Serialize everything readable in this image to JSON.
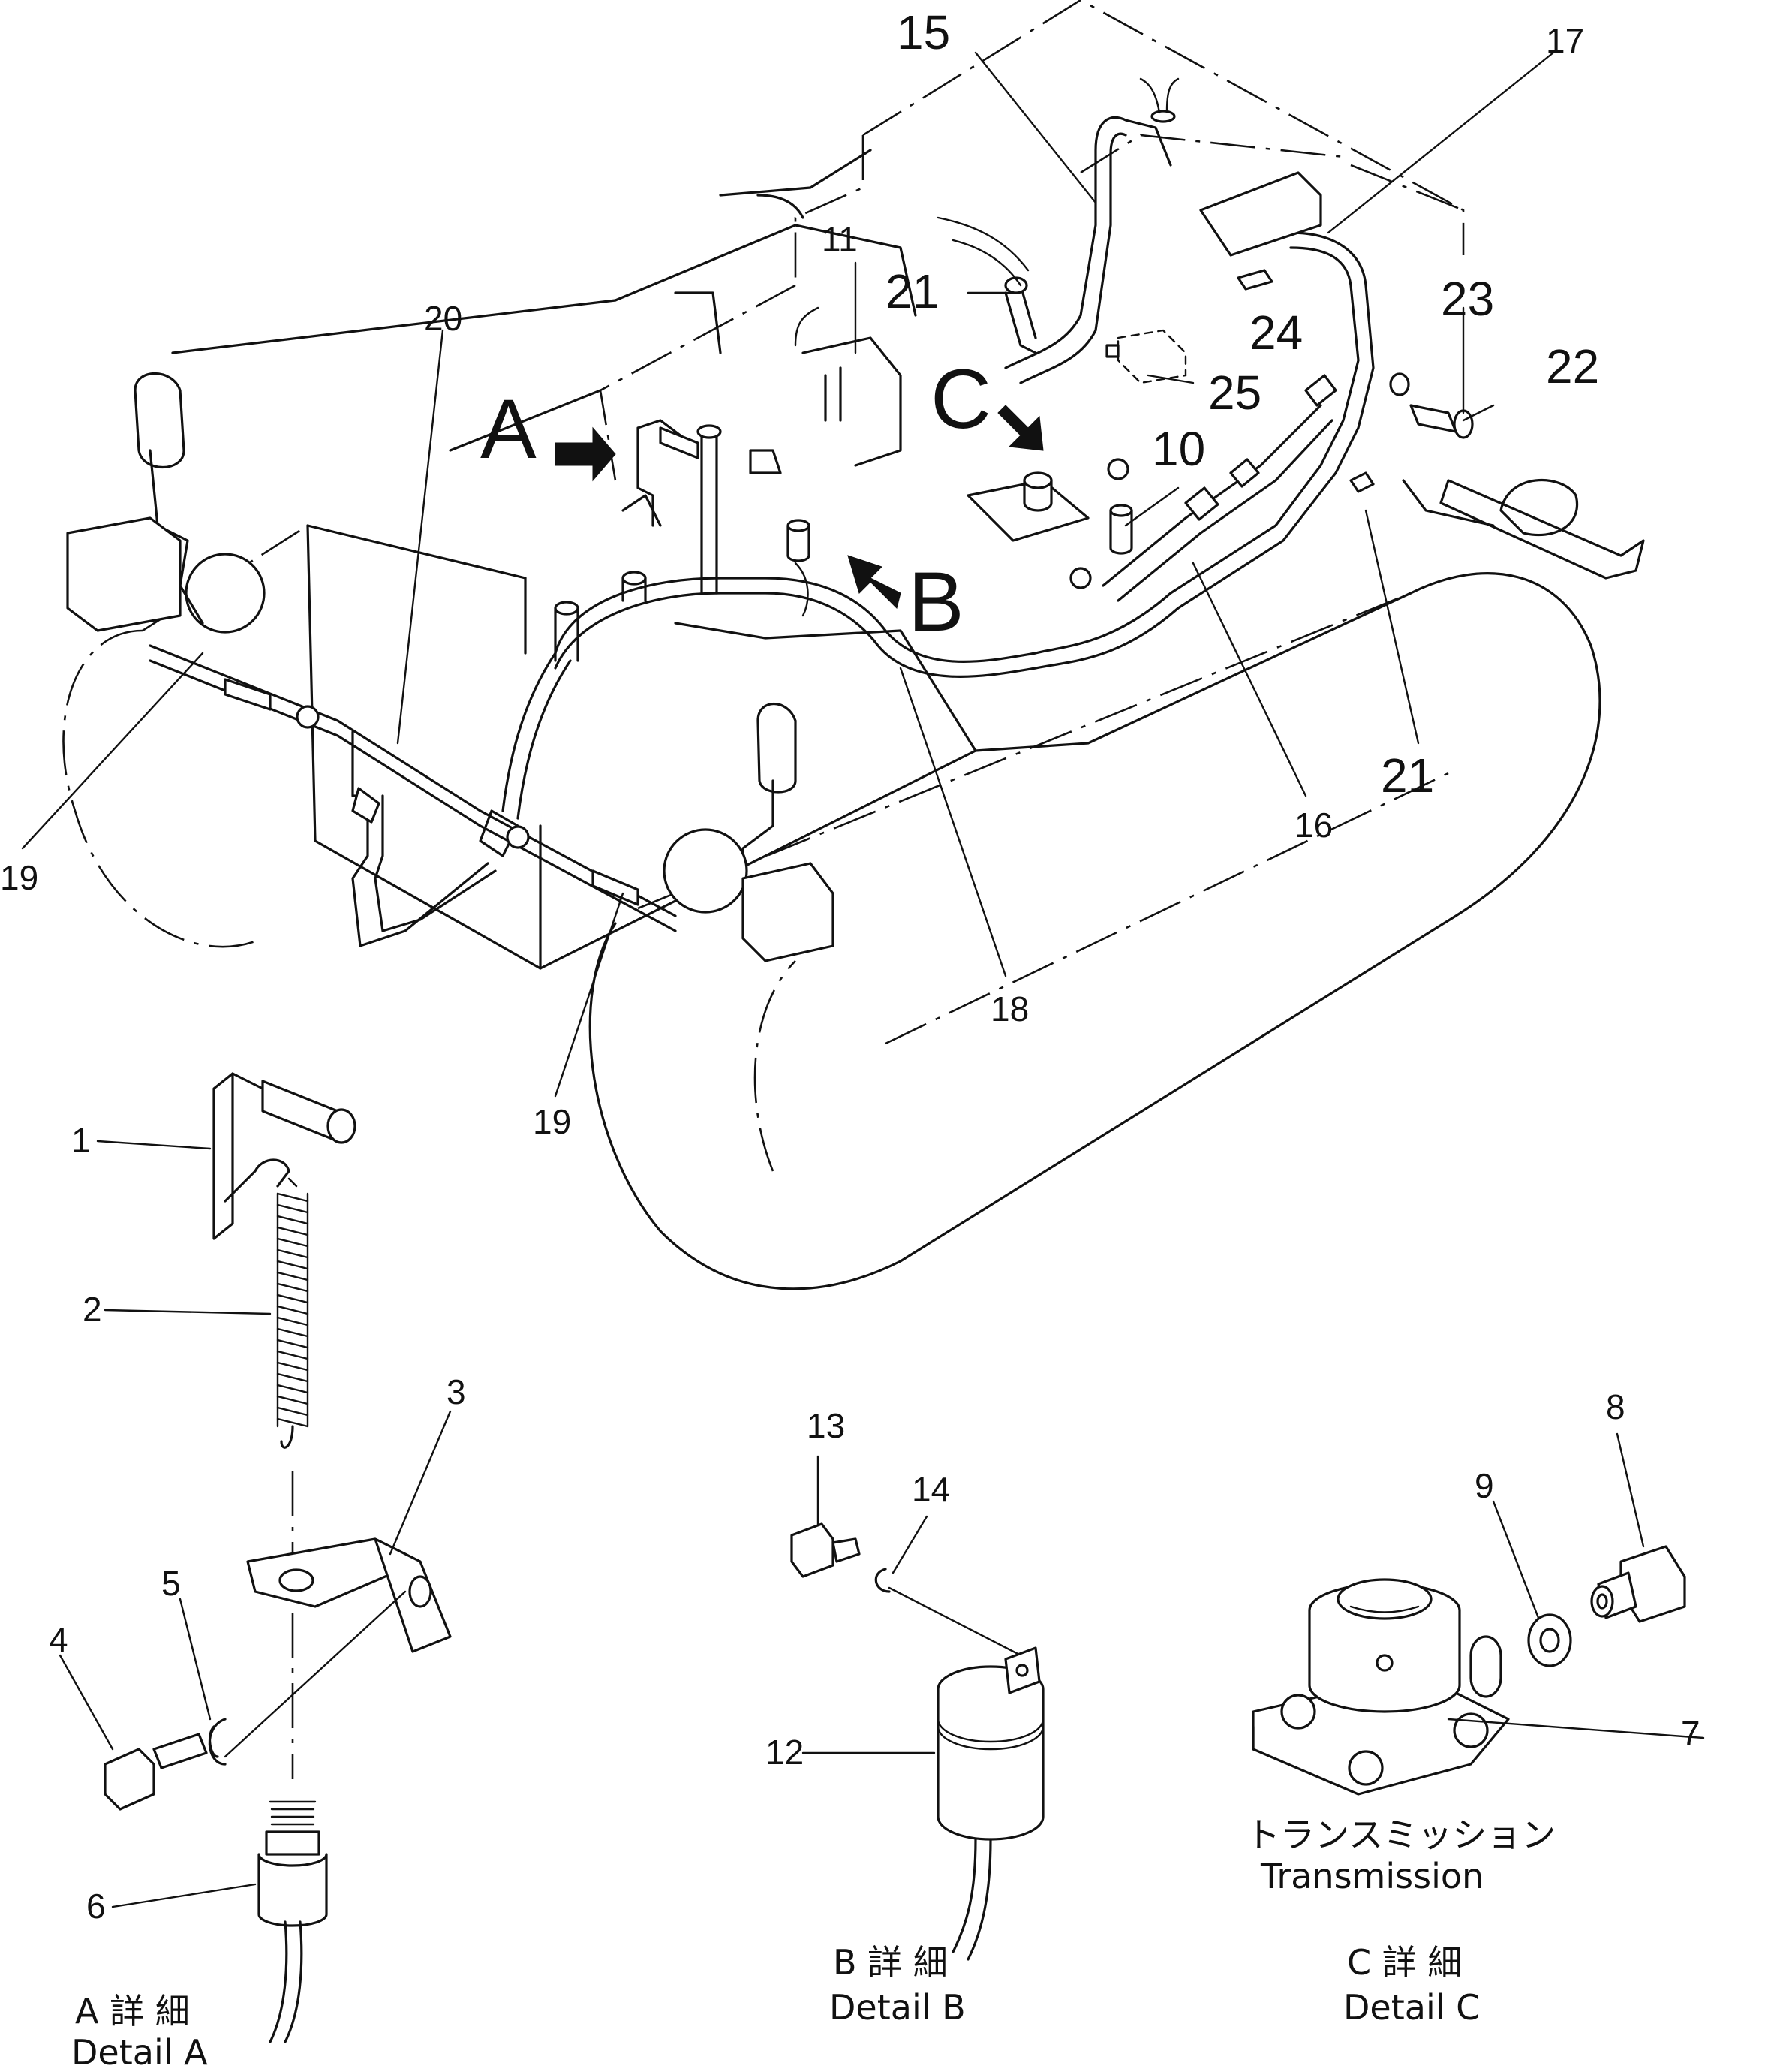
{
  "detail_letters": {
    "a": "A",
    "b": "B",
    "c": "C"
  },
  "callouts": {
    "p1": "1",
    "p2": "2",
    "p3": "3",
    "p4": "4",
    "p5": "5",
    "p6": "6",
    "p7": "7",
    "p8": "8",
    "p9": "9",
    "p10": "10",
    "p11": "11",
    "p12": "12",
    "p13": "13",
    "p14": "14",
    "p15": "15",
    "p16": "16",
    "p17": "17",
    "p18": "18",
    "p19a": "19",
    "p19b": "19",
    "p20": "20",
    "p21a": "21",
    "p21b": "21",
    "p22": "22",
    "p23": "23",
    "p24": "24",
    "p25": "25"
  },
  "captions": {
    "transmission_jp": "トランスミッション",
    "transmission_en": "Transmission",
    "detail_a_jp": "A 詳 細",
    "detail_a_en": "Detail A",
    "detail_b_jp": "B 詳 細",
    "detail_b_en": "Detail B",
    "detail_c_jp": "C 詳 細",
    "detail_c_en": "Detail C"
  }
}
